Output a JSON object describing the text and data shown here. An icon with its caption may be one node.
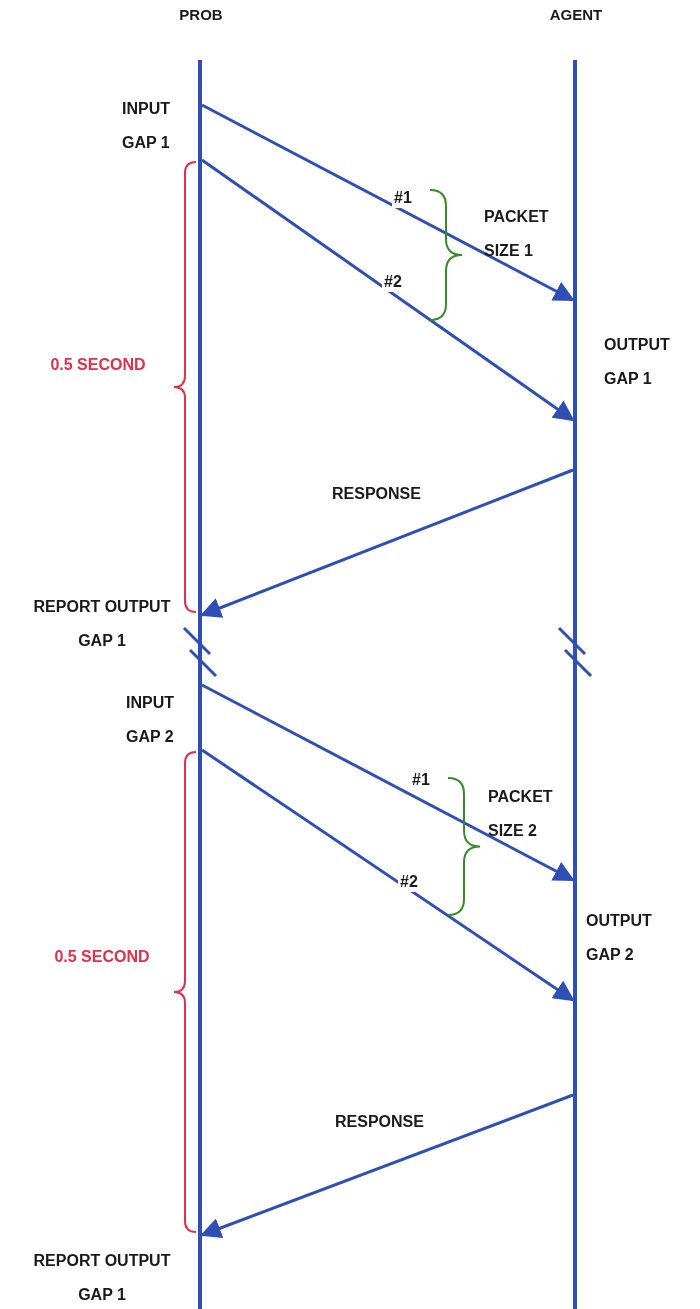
{
  "diagram": {
    "nodes": [
      {
        "text": [
          "PROB"
        ]
      },
      {
        "text": [
          "AGENT"
        ]
      }
    ],
    "edges": [
      {
        "from": 0,
        "to": 1,
        "arrow": "to",
        "label": "#1"
      },
      {
        "from": 0,
        "to": 1,
        "arrow": "to",
        "label": "#2"
      },
      {
        "from": 1,
        "to": 0,
        "arrow": "to",
        "label": "RESPONSE"
      },
      {
        "from": 0,
        "to": 1,
        "arrow": "to",
        "label": "#1"
      },
      {
        "from": 0,
        "to": 1,
        "arrow": "to",
        "label": "#2"
      },
      {
        "from": 1,
        "to": 0,
        "arrow": "to",
        "label": "RESPONSE"
      }
    ],
    "labels": [
      "INPUT GAP 1",
      "PACKET SIZE 1",
      "0.5 SECOND",
      "OUTPUT GAP 1",
      "REPORT OUTPUT GAP 1",
      "INPUT GAP 2",
      "PACKET SIZE 2",
      "OUTPUT GAP 2",
      "0.5 SECOND",
      "REPORT OUTPUT GAP 1"
    ]
  }
}
